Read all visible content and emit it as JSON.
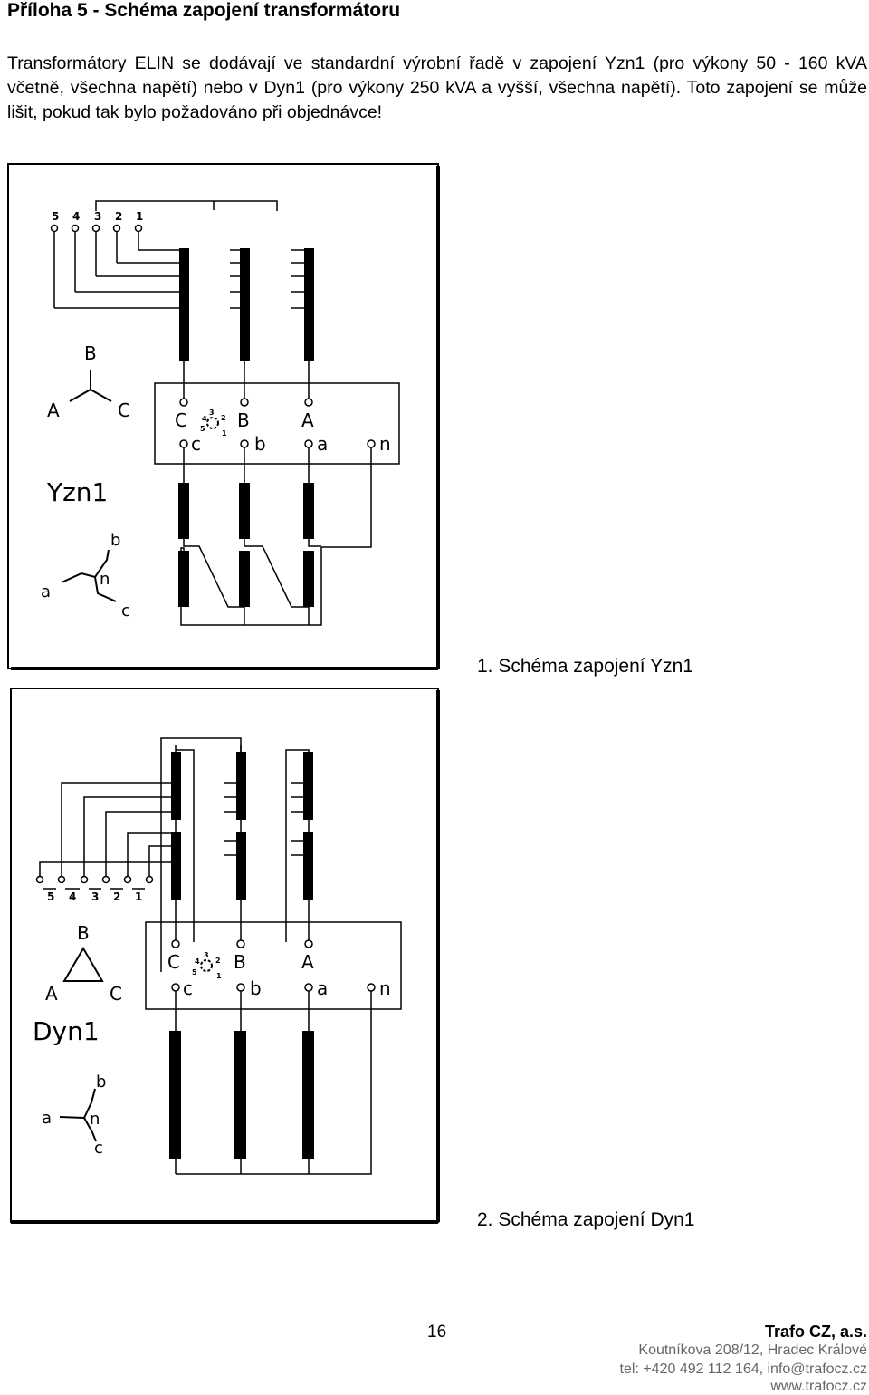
{
  "heading": "Příloha 5 - Schéma zapojení transformátoru",
  "intro": "Transformátory ELIN se dodávají ve standardní výrobní řadě v zapojení Yzn1 (pro výkony 50 - 160 kVA včetně, všechna napětí) nebo v Dyn1 (pro výkony 250 kVA a vyšší, všechna napětí). Toto zapojení se může lišit, pokud tak bylo požadováno při objednávce!",
  "diagram1": {
    "caption": "1. Schéma zapojení Yzn1",
    "group": "Yzn1",
    "tap_numbers": [
      "5",
      "4",
      "3",
      "2",
      "1"
    ],
    "hv_terminals": [
      "C",
      "B",
      "A"
    ],
    "lv_terminals": [
      "c",
      "b",
      "a",
      "n"
    ],
    "hv_vector": [
      "B",
      "A",
      "C"
    ],
    "lv_vector": [
      "b",
      "a",
      "n",
      "c"
    ],
    "switch_numbers": [
      "4",
      "3",
      "2",
      "5",
      "1"
    ]
  },
  "diagram2": {
    "caption": "2. Schéma zapojení Dyn1",
    "group": "Dyn1",
    "tap_numbers": [
      "5",
      "4",
      "3",
      "2",
      "1"
    ],
    "hv_terminals": [
      "C",
      "B",
      "A"
    ],
    "lv_terminals": [
      "c",
      "b",
      "a",
      "n"
    ],
    "hv_vector": [
      "B",
      "A",
      "C"
    ],
    "lv_vector": [
      "b",
      "a",
      "n",
      "c"
    ],
    "switch_numbers": [
      "4",
      "3",
      "2",
      "5",
      "1"
    ]
  },
  "footer": {
    "page_number": "16",
    "company": "Trafo CZ, a.s.",
    "address": "Koutníkova 208/12, Hradec Králové",
    "contact": "tel: +420 492 112 164, info@trafocz.cz",
    "web": "www.trafocz.cz"
  }
}
